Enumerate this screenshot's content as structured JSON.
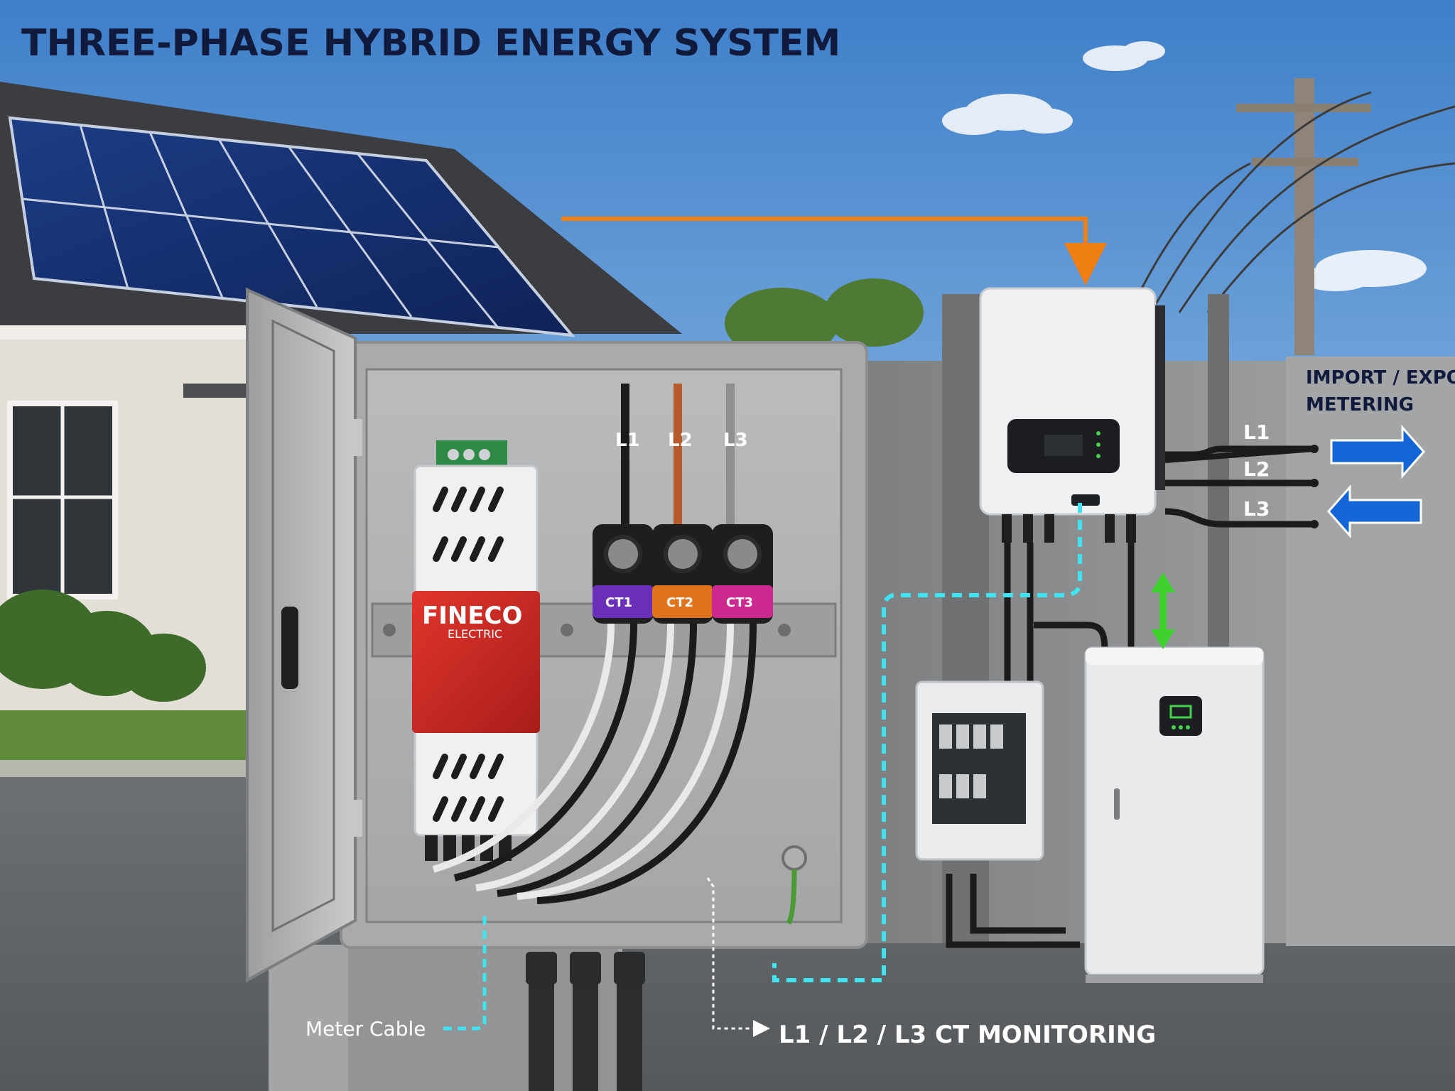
{
  "title": "THREE-PHASE HYBRID ENERGY SYSTEM",
  "meter": {
    "brand": "FINECO",
    "subbrand": "ELECTRIC"
  },
  "phase_labels": {
    "l1": "L1",
    "l2": "L2",
    "l3": "L3"
  },
  "ct_labels": {
    "ct1": "CT1",
    "ct2": "CT2",
    "ct3": "CT3"
  },
  "grid": {
    "import_export_line1": "IMPORT / EXPORT",
    "import_export_line2": "METERING",
    "l1": "L1",
    "l2": "L2",
    "l3": "L3"
  },
  "callouts": {
    "meter_cable": "Meter Cable",
    "ct_monitoring": "L1 / L2 / L3 CT MONITORING"
  },
  "colors": {
    "title": "#0f1a3c",
    "pv_arrow": "#f07f12",
    "comm_line": "#3fe3f2",
    "battery_arrow": "#3fd22e",
    "grid_arrow": "#1466d6",
    "meter_red": "#d62a24",
    "ct1": "#6a2fb8",
    "ct2": "#e0731e",
    "ct3": "#cc2a8e"
  }
}
